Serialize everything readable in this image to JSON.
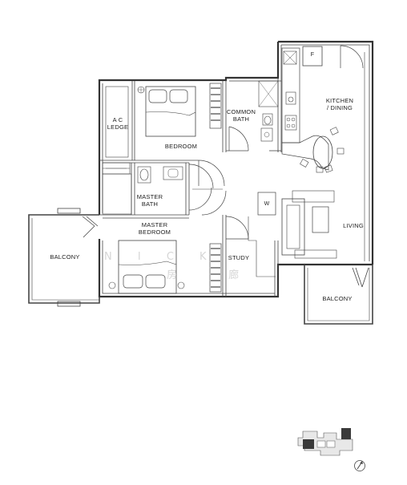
{
  "rooms": {
    "kitchen": [
      "KITCHEN",
      "/ DINING"
    ],
    "ac_ledge": [
      "A C",
      "LEDGE"
    ],
    "bedroom": "BEDROOM",
    "common_bath": [
      "COMMON",
      "BATH"
    ],
    "master_bath": [
      "MASTER",
      "BATH"
    ],
    "master_bedroom": [
      "MASTER",
      "BEDROOM"
    ],
    "living": "LIVING",
    "study": "STUDY",
    "balcony_left": "BALCONY",
    "balcony_right": "BALCONY"
  },
  "fixtures": {
    "fridge": "F",
    "washer": "W"
  },
  "watermark": {
    "latin": "N I C K",
    "chinese": "房 廊"
  },
  "colors": {
    "wall": "#333333",
    "line": "#444444",
    "key_plan_highlight": "#3a3a3a"
  }
}
